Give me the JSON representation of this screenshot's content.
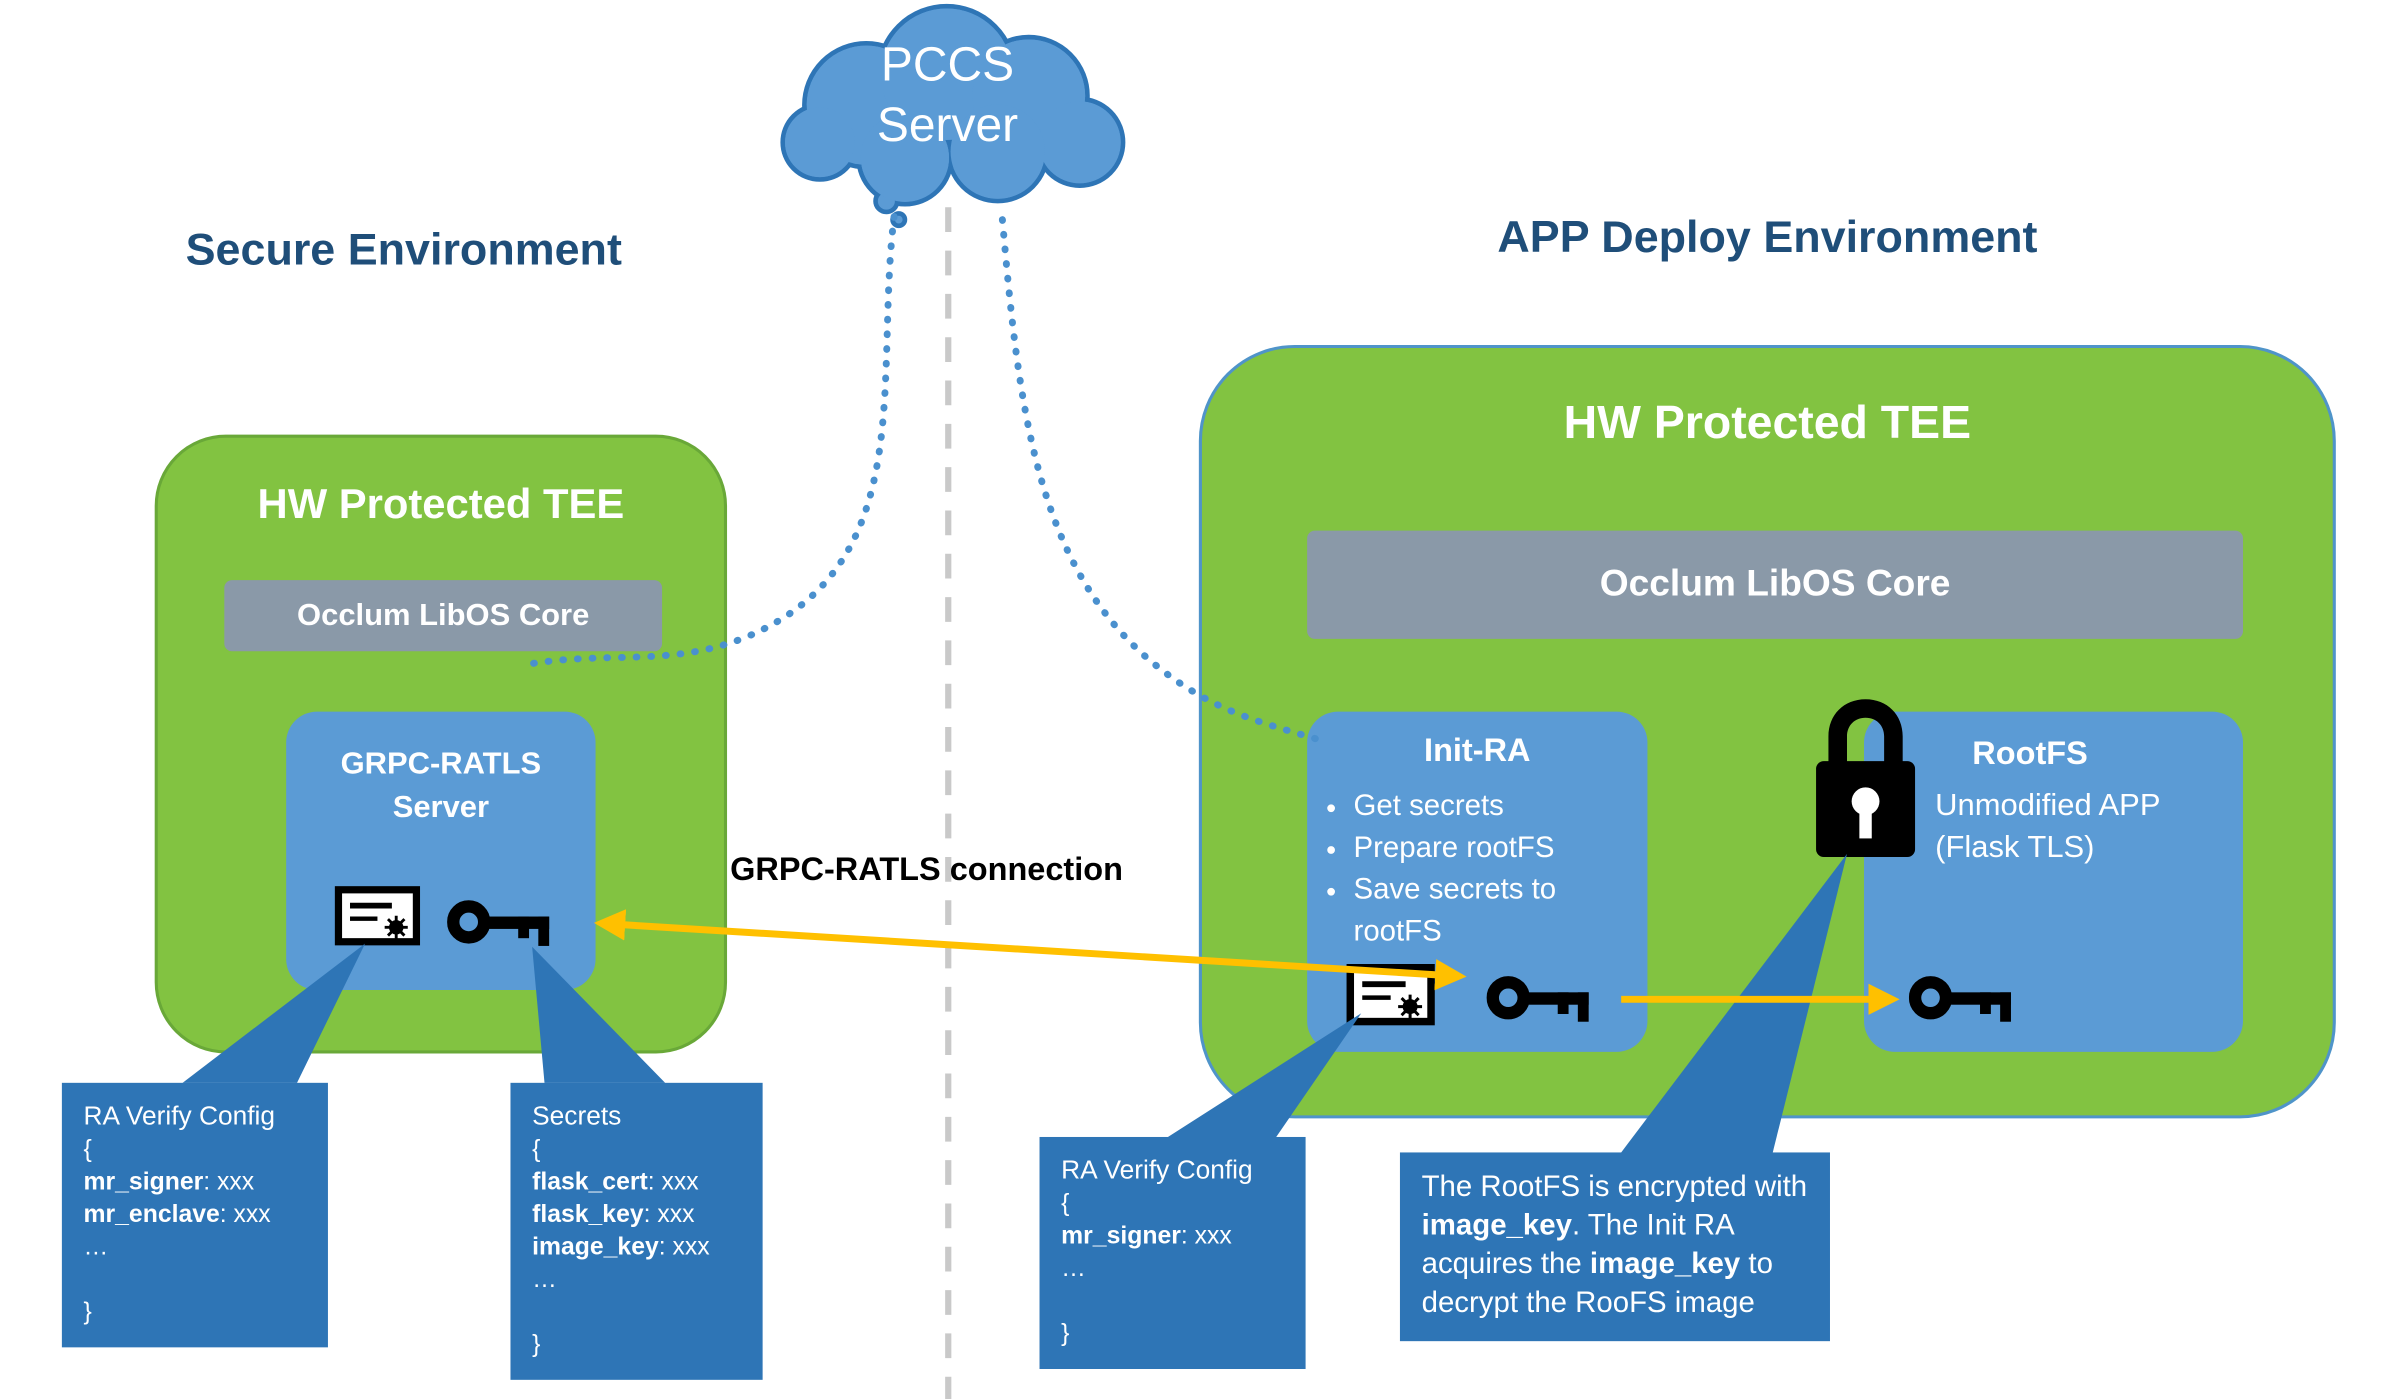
{
  "colors": {
    "green": "#82C341",
    "box_blue": "#5B9BD5",
    "callout_blue": "#2E75B6",
    "gray_bar": "#8A99A8",
    "arrow_orange": "#FFC000",
    "title_navy": "#1F4E79"
  },
  "cloud": {
    "label": "PCCS\nServer"
  },
  "left": {
    "title": "Secure Environment",
    "tee": "HW Protected TEE",
    "core": "Occlum LibOS Core",
    "server": "GRPC-RATLS\nServer"
  },
  "right": {
    "title": "APP Deploy Environment",
    "tee": "HW Protected TEE",
    "core": "Occlum LibOS Core",
    "init_ra": {
      "title": "Init-RA",
      "bullets": [
        "Get secrets",
        "Prepare rootFS",
        "Save secrets to rootFS"
      ]
    },
    "rootfs": {
      "title": "RootFS",
      "subtitle": "Unmodified APP\n(Flask TLS)"
    }
  },
  "connection_label": "GRPC-RATLS connection",
  "callouts": {
    "ra_left": {
      "title": "RA Verify Config",
      "lines": [
        "{",
        [
          {
            "t": "mr_signer",
            "b": true
          },
          {
            "t": ": xxx"
          }
        ],
        [
          {
            "t": "mr_enclave",
            "b": true
          },
          {
            "t": ": xxx"
          }
        ],
        "…",
        "",
        "}"
      ]
    },
    "secrets": {
      "title": "Secrets",
      "lines": [
        "{",
        [
          {
            "t": "flask_cert",
            "b": true
          },
          {
            "t": ": xxx"
          }
        ],
        [
          {
            "t": "flask_key",
            "b": true
          },
          {
            "t": ": xxx"
          }
        ],
        [
          {
            "t": "image_key",
            "b": true
          },
          {
            "t": ": xxx"
          }
        ],
        "…",
        "",
        "}"
      ]
    },
    "ra_right": {
      "title": "RA Verify Config",
      "lines": [
        "{",
        [
          {
            "t": "mr_signer",
            "b": true
          },
          {
            "t": ": xxx"
          }
        ],
        "…",
        "",
        "}"
      ]
    },
    "rootfs_note": {
      "segments": [
        {
          "t": "The RootFS is encrypted with "
        },
        {
          "t": "image_key",
          "b": true
        },
        {
          "t": ". The Init RA acquires the "
        },
        {
          "t": "image_key",
          "b": true
        },
        {
          "t": " to decrypt the RooFS image"
        }
      ]
    }
  }
}
